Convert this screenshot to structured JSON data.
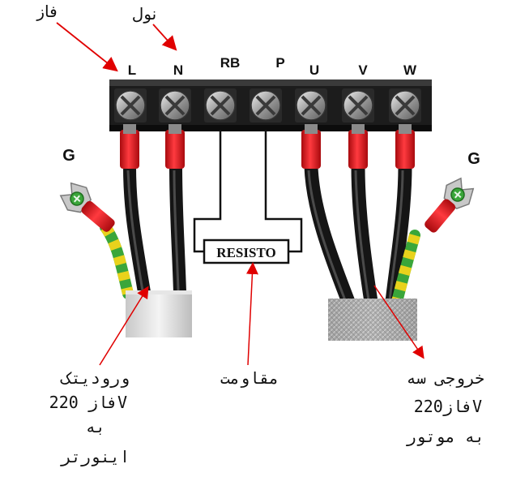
{
  "top_annotations": {
    "phase": "فاز",
    "neutral": "نول"
  },
  "terminals": [
    "L",
    "N",
    "RB",
    "P",
    "U",
    "V",
    "W"
  ],
  "ground_left": "G",
  "ground_right": "G",
  "resistor_label": "RESISTO",
  "captions": {
    "input_line1": "ورودیتک",
    "input_line2": "فاز 220V",
    "input_line3": "به",
    "input_line4": "اینورتر",
    "resistor": "مقاومت",
    "output_line1": "خروجی سه",
    "output_line2": "فاز220V",
    "output_line3": "به موتور"
  },
  "colors": {
    "arrow": "#e00000",
    "terminal_block": "#1c1c1c",
    "lug_red": "#e0151b",
    "cable_black": "#151515",
    "ground_green": "#3aa63a",
    "ground_yellow": "#e8d21c"
  }
}
